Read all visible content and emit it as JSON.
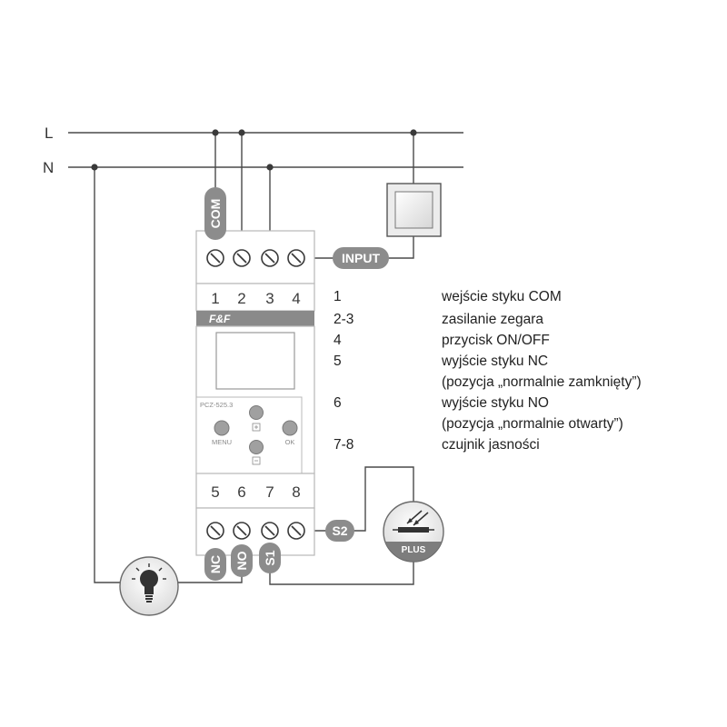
{
  "lines": {
    "live": "L",
    "neutral": "N"
  },
  "device": {
    "brand": "F&F",
    "model": "PCZ-525.3",
    "buttons": {
      "menu": "MENU",
      "ok": "OK"
    },
    "top_terminals": [
      "1",
      "2",
      "3",
      "4"
    ],
    "bottom_terminals": [
      "5",
      "6",
      "7",
      "8"
    ]
  },
  "tags": {
    "com": "COM",
    "input": "INPUT",
    "s2": "S2",
    "nc": "NC",
    "no": "NO",
    "s1": "S1",
    "sensor": "PLUS"
  },
  "legend": [
    {
      "key": "1",
      "text": "wejście styku COM"
    },
    {
      "key": "2-3",
      "text": "zasilanie zegara"
    },
    {
      "key": "4",
      "text": "przycisk ON/OFF"
    },
    {
      "key": "5",
      "text": "wyjście styku NC"
    },
    {
      "key": "",
      "text": "(pozycja „normalnie zamknięty”)"
    },
    {
      "key": "6",
      "text": "wyjście styku NO"
    },
    {
      "key": "",
      "text": "(pozycja „normalnie otwarty”)"
    },
    {
      "key": "7-8",
      "text": "czujnik jasności"
    }
  ],
  "colors": {
    "tag": "#8c8c8c",
    "wire": "#4a4a4a",
    "panel": "#f2f2f2",
    "sensor_band": "#7d7d7d"
  }
}
